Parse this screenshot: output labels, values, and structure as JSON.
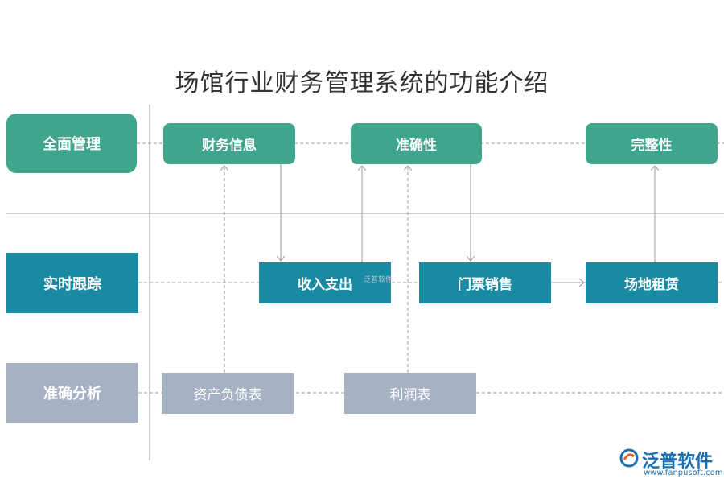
{
  "title": "场馆行业财务管理系统的功能介绍",
  "rows": {
    "management": "全面管理",
    "tracking": "实时跟踪",
    "analysis": "准确分析"
  },
  "nodes": {
    "financial_info": "财务信息",
    "accuracy": "准确性",
    "completeness": "完整性",
    "income_expense": "收入支出",
    "ticket_sales": "门票销售",
    "venue_rental": "场地租赁",
    "balance_sheet": "资产负债表",
    "profit_statement": "利润表"
  },
  "watermark": "泛普软件",
  "logo": {
    "name": "泛普软件",
    "url": "www.fanpusoft.com"
  },
  "colors": {
    "green": "#3fa58c",
    "blue": "#1a8aa3",
    "grey": "#a7b1c4",
    "logo_blue": "#1a6fb3"
  }
}
